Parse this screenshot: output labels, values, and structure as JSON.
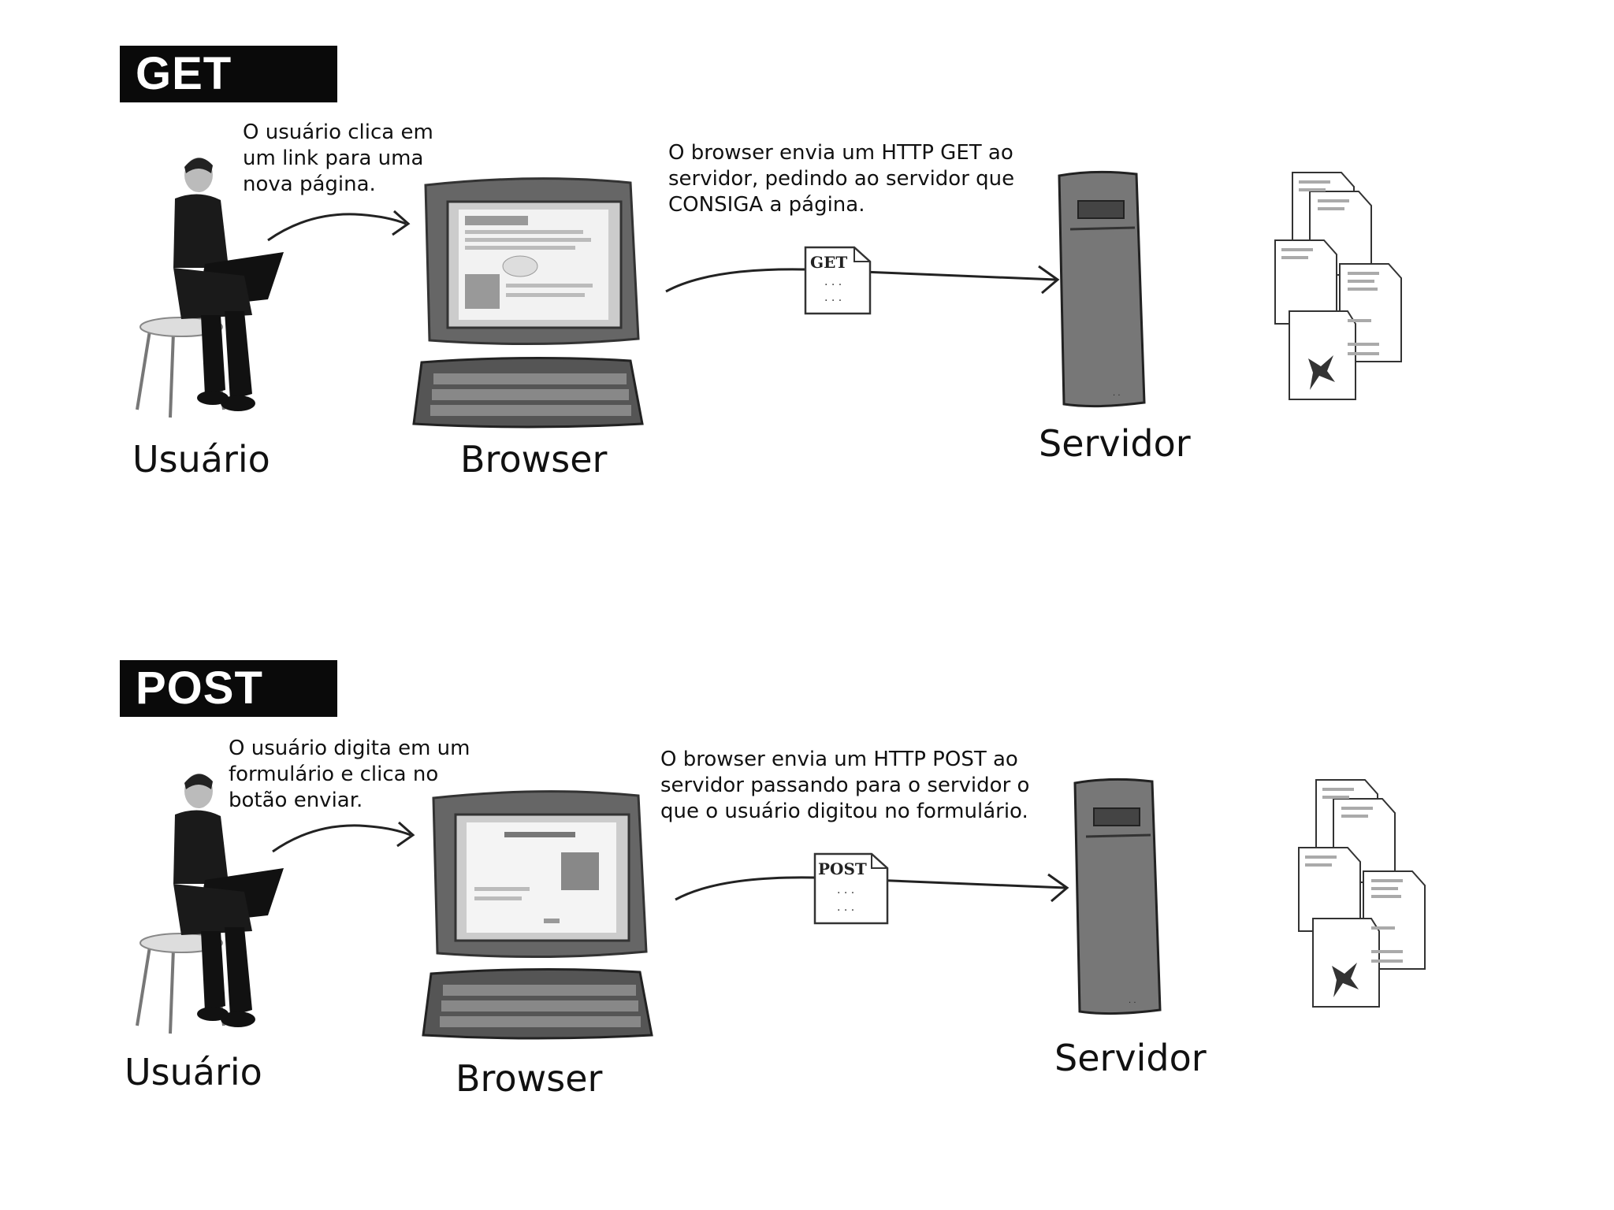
{
  "panels": [
    {
      "title": "GET",
      "user_note": [
        "O usuário clica em",
        "um link para uma",
        "nova página."
      ],
      "browser_note": [
        "O browser envia um HTTP GET ao",
        "servidor, pedindo ao servidor que",
        "CONSIGA a página."
      ],
      "request_label": "GET",
      "labels": {
        "user": "Usuário",
        "browser": "Browser",
        "server": "Servidor"
      }
    },
    {
      "title": "POST",
      "user_note": [
        "O usuário digita em um",
        "formulário e clica no",
        "botão enviar."
      ],
      "browser_note": [
        "O browser envia um HTTP POST ao",
        "servidor passando para o servidor o",
        "que o usuário digitou no formulário."
      ],
      "request_label": "POST",
      "labels": {
        "user": "Usuário",
        "browser": "Browser",
        "server": "Servidor"
      }
    }
  ],
  "icons": {
    "person": "person-with-laptop-icon",
    "computer": "computer-monitor-icon",
    "keyboard": "keyboard-icon",
    "server": "server-tower-icon",
    "documents": "html-documents-icon",
    "request": "http-request-paper-icon"
  },
  "colors": {
    "title_bg": "#0a0a0a",
    "title_fg": "#ffffff",
    "ink": "#111111"
  }
}
